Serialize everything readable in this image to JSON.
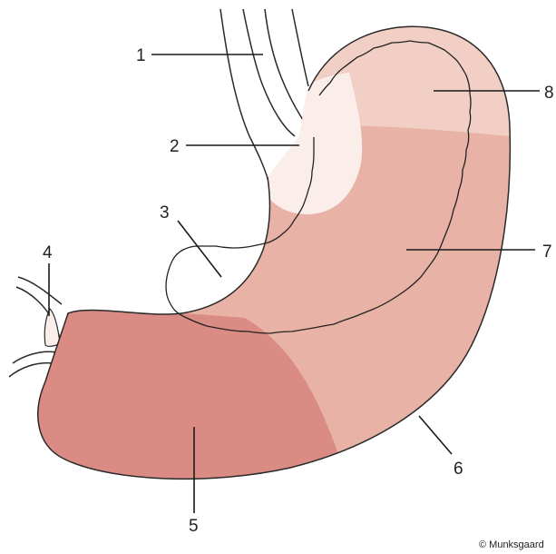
{
  "labels": {
    "l1": "1",
    "l2": "2",
    "l3": "3",
    "l4": "4",
    "l5": "5",
    "l6": "6",
    "l7": "7",
    "l8": "8"
  },
  "credit": "© Munksgaard",
  "colors": {
    "body_fill": "#e8b2a6",
    "fundus_fill": "#f2cfc5",
    "cardia_fill": "#fbeeea",
    "antrum_fill": "#d98b84",
    "outer_rim": "#e6a99b",
    "outline": "#2a2a2a"
  }
}
